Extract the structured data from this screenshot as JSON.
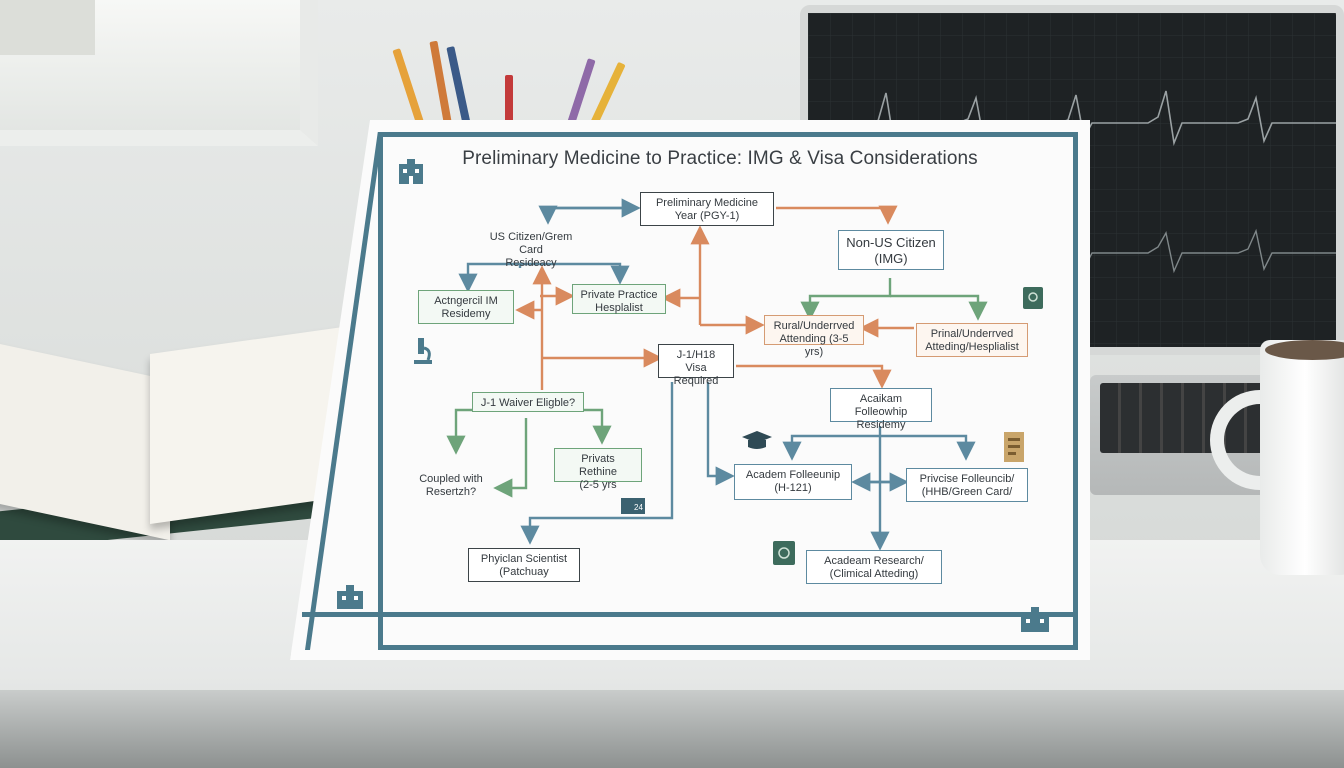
{
  "poster": {
    "title": "Preliminary Medicine to Practice: IMG & Visa Considerations",
    "nodes": {
      "prelim": "Preliminary Medicine\nYear (PGY-1)",
      "us_citizen": "US Citizen/Grem Card\nResideacy",
      "non_us": "Non-US Citizen\n(IMG)",
      "academic_im": "Actngercil IM\nResidemy",
      "private_practice": "Private Practice\nHesplalist",
      "rural_attending": "Rural/Underrved\nAttending (3-5 yrs)",
      "prinal_hospitalist": "Prinal/Underrved\nAtteding/Hesplialist",
      "visa_required": "J-1/H18 Visa\nRequired",
      "waiver": "J-1 Waiver Eligble?",
      "academic_fellowship_res": "Acaikam Folleowhip\nResidemy",
      "coupled": "Coupled with\nResertzh?",
      "private_rethine": "Privats Rethine\n(2-5 yrs",
      "academ_fellowship": "Academ Folleeunip\n(H-121)",
      "private_fellowship": "Privcise Folleuncib/\n(HHB/Green Card/",
      "physician_scientist": "Phyiclan Scientist\n(Patchuay",
      "academ_research": "Acadeam Research/\n(Climical Atteding)",
      "badge_24": "24"
    },
    "colors": {
      "frame": "#4b7a8c",
      "arrow_blue": "#5d8aa0",
      "arrow_orange": "#d98a5e",
      "arrow_green": "#6ea47a"
    },
    "icons": [
      "hospital-icon",
      "microscope-icon",
      "graduation-cap-icon",
      "passport-icon",
      "document-icon",
      "globe-icon",
      "card-icon"
    ]
  }
}
